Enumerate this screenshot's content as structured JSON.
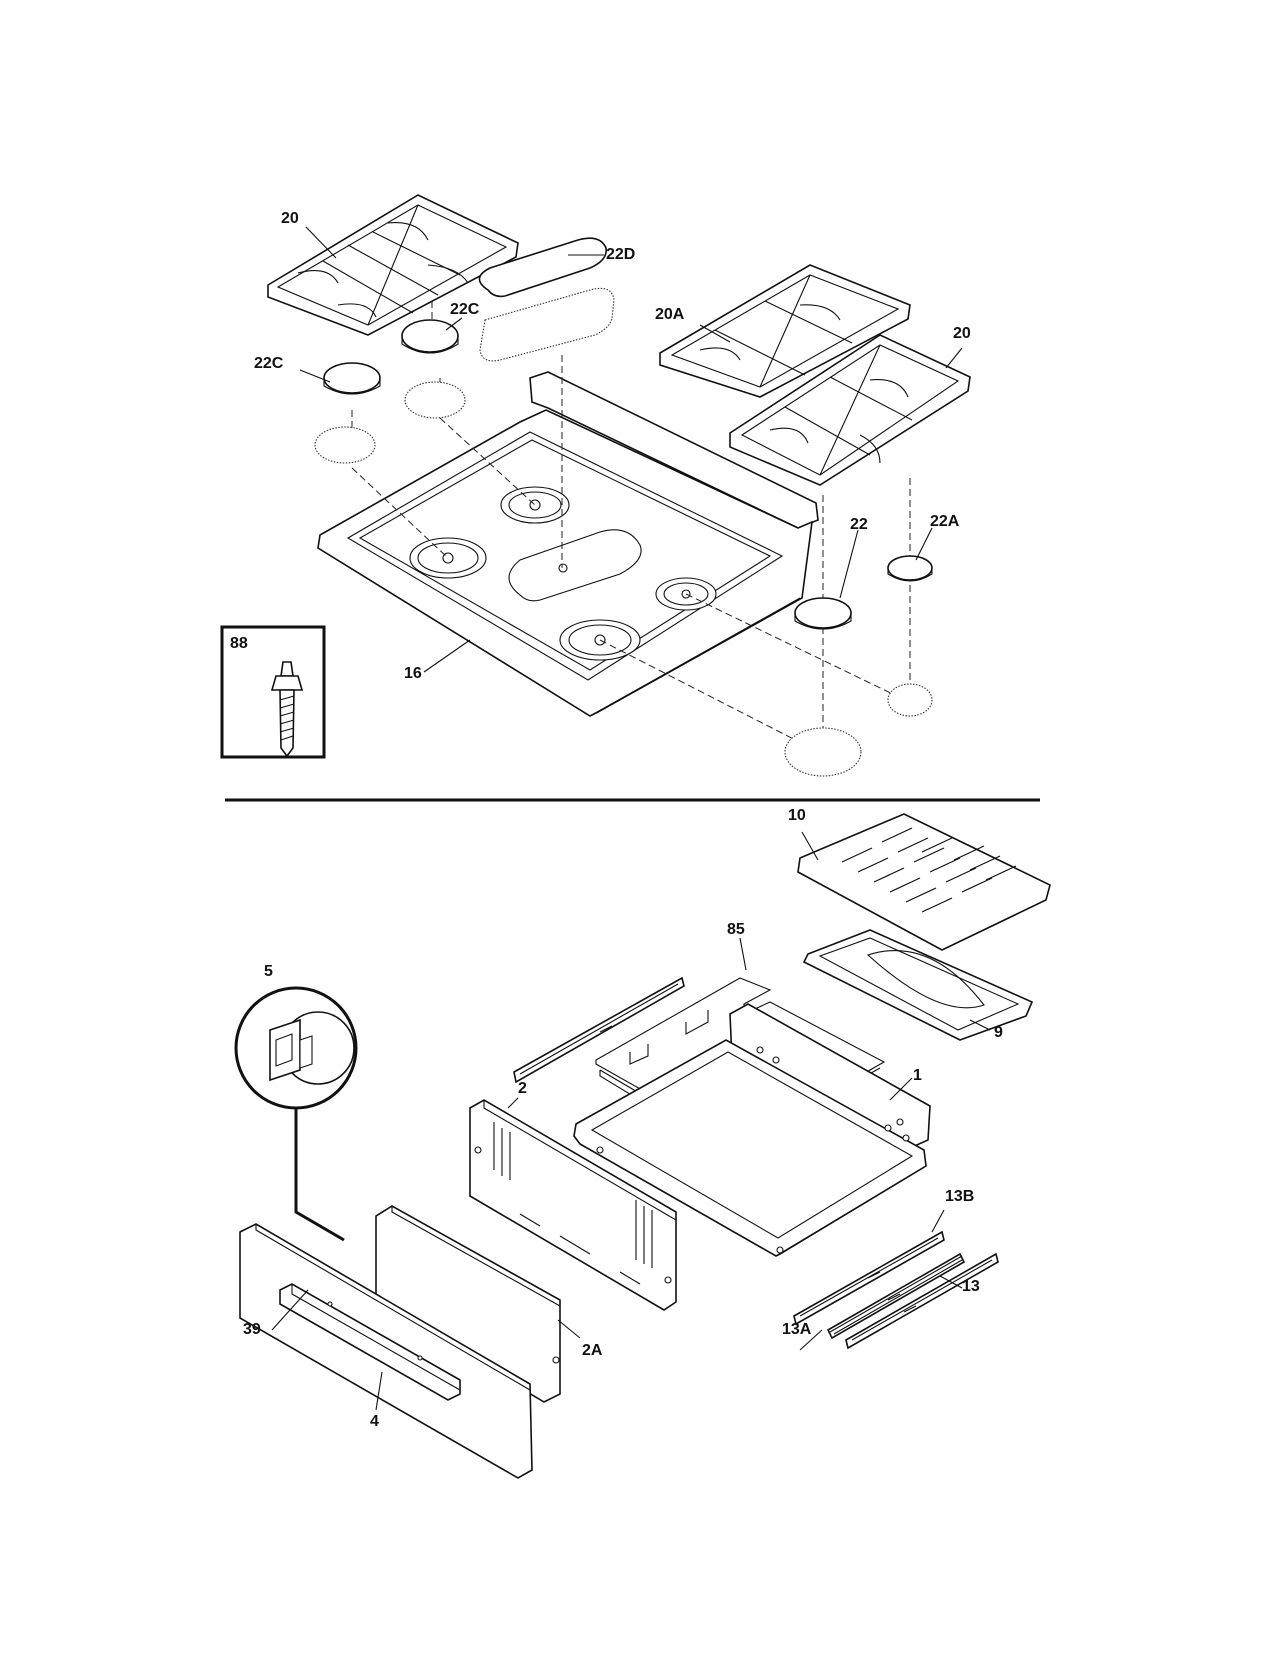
{
  "labels": {
    "grate_left": "20",
    "grate_right": "20",
    "grate_center": "20A",
    "cap_center_oval": "22D",
    "cap_left_upper": "22C",
    "cap_left_lower": "22C",
    "cap_right_large": "22",
    "cap_right_small": "22A",
    "cooktop": "16",
    "screw_inset": "88",
    "broiler_grid": "10",
    "broiler_pan": "9",
    "rack": "85",
    "drawer_body": "1",
    "drawer_back": "2",
    "drawer_inner_front": "2A",
    "drawer_front": "4",
    "handle": "39",
    "clip_detail": "5",
    "slide_b": "13B",
    "slide_a": "13A",
    "slide": "13"
  }
}
